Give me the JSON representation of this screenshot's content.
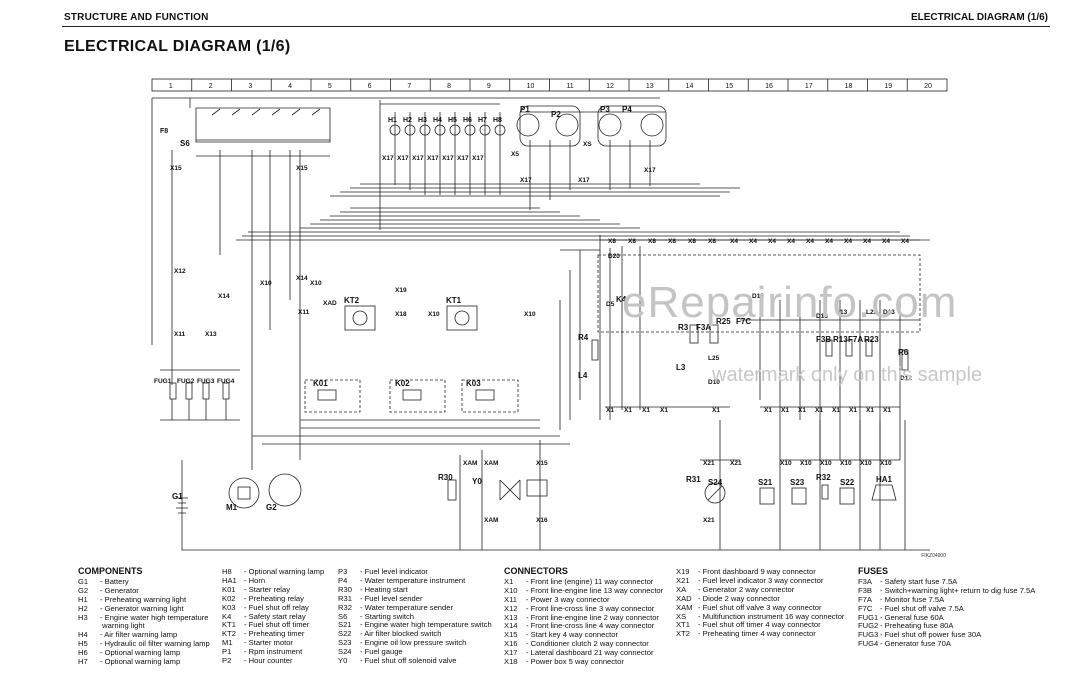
{
  "header": {
    "section": "STRUCTURE AND FUNCTION",
    "page_ref": "ELECTRICAL DIAGRAM (1/6)",
    "title": "ELECTRICAL DIAGRAM (1/6)"
  },
  "grid_numbers": [
    "1",
    "2",
    "3",
    "4",
    "5",
    "6",
    "7",
    "8",
    "9",
    "10",
    "11",
    "12",
    "13",
    "14",
    "15",
    "16",
    "17",
    "18",
    "19",
    "20"
  ],
  "labels": {
    "s6": "S6",
    "f8": "F8",
    "g1": "G1",
    "m1": "M1",
    "g2": "G2",
    "kt2": "KT2",
    "kt1": "KT1",
    "k01": "K01",
    "k02": "K02",
    "k03": "K03",
    "r30": "R30",
    "y0": "Y0",
    "xam": "XAM",
    "x15": "X15",
    "x16": "X16",
    "r31": "R31",
    "s24": "S24",
    "s21": "S21",
    "s23": "S23",
    "r32": "R32",
    "s22": "S22",
    "ha1": "HA1",
    "x21": "X21",
    "x10": "X10",
    "r4": "R4",
    "l4": "L4",
    "r6": "R6",
    "d12": "D12",
    "d20": "D20",
    "k4": "K4",
    "d5": "D5",
    "l3": "L3",
    "d10": "D10",
    "d19": "D19",
    "r3": "R3",
    "f3a": "F3A",
    "r25": "R25",
    "f7c": "F7C",
    "l25": "L25",
    "f3b": "F3B",
    "r13": "R13",
    "f7a": "F7A",
    "r23": "R23",
    "l13": "L13",
    "l23": "L23",
    "d13": "D13",
    "d16": "D16",
    "x1": "X1",
    "x4": "X4",
    "x8": "X8",
    "x17": "X17",
    "x5": "X5",
    "xs": "XS",
    "x11": "X11",
    "x12": "X12",
    "x13": "X13",
    "x14": "X14",
    "x18": "X18",
    "x19": "X19",
    "xad": "XAD",
    "fug1": "FUG1",
    "fug2": "FUG2",
    "fug3": "FUG3",
    "fug4": "FUG4",
    "h1": "H1",
    "h2": "H2",
    "h3": "H3",
    "h4": "H4",
    "h5": "H5",
    "h6": "H6",
    "h7": "H7",
    "h8": "H8",
    "p1": "P1",
    "p2": "P2",
    "p3": "P3",
    "p4": "P4",
    "fig_code": "FIKZ04900"
  },
  "watermark": {
    "main": "eRepairinfo.com",
    "sub": "watermark only on this sample"
  },
  "legend": {
    "components": {
      "heading": "COMPONENTS",
      "col1": [
        {
          "code": "G1",
          "desc": "- Battery"
        },
        {
          "code": "G2",
          "desc": "- Generator"
        },
        {
          "code": "H1",
          "desc": "- Preheating warning light"
        },
        {
          "code": "H2",
          "desc": "- Generator warning light"
        },
        {
          "code": "H3",
          "desc": "- Engine water high temperature"
        },
        {
          "code": "",
          "desc": "  warning light"
        },
        {
          "code": "H4",
          "desc": "- Air filter warning lamp"
        },
        {
          "code": "H5",
          "desc": "- Hydraulic oil filter warning lamp"
        },
        {
          "code": "H6",
          "desc": "- Optional warning lamp"
        },
        {
          "code": "H7",
          "desc": "- Optional warning lamp"
        }
      ],
      "col2": [
        {
          "code": "H8",
          "desc": "- Optional warning lamp"
        },
        {
          "code": "HA1",
          "desc": "- Horn"
        },
        {
          "code": "K01",
          "desc": "- Starter relay"
        },
        {
          "code": "K02",
          "desc": "- Preheating relay"
        },
        {
          "code": "K03",
          "desc": "- Fuel shut off relay"
        },
        {
          "code": "K4",
          "desc": "- Safety start relay"
        },
        {
          "code": "KT1",
          "desc": "- Fuel shut off timer"
        },
        {
          "code": "KT2",
          "desc": "- Preheating timer"
        },
        {
          "code": "M1",
          "desc": "- Starter motor"
        },
        {
          "code": "P1",
          "desc": "- Rpm instrument"
        },
        {
          "code": "P2",
          "desc": "- Hour counter"
        }
      ],
      "col3": [
        {
          "code": "P3",
          "desc": "- Fuel level indicator"
        },
        {
          "code": "P4",
          "desc": "- Water temperature instrument"
        },
        {
          "code": "R30",
          "desc": "- Heating start"
        },
        {
          "code": "R31",
          "desc": "- Fuel level sender"
        },
        {
          "code": "R32",
          "desc": "- Water temperature sender"
        },
        {
          "code": "S6",
          "desc": "- Starting switch"
        },
        {
          "code": "S21",
          "desc": "- Engine water high temperature switch"
        },
        {
          "code": "S22",
          "desc": "- Air filter blocked switch"
        },
        {
          "code": "S23",
          "desc": "- Engine oil low pressure switch"
        },
        {
          "code": "S24",
          "desc": "- Fuel gauge"
        },
        {
          "code": "Y0",
          "desc": "- Fuel shut off solenoid valve"
        }
      ]
    },
    "connectors": {
      "heading": "CONNECTORS",
      "col1": [
        {
          "code": "X1",
          "desc": "- Front line (engine) 11 way connector"
        },
        {
          "code": "X10",
          "desc": "- Front line-engine line 13 way connector"
        },
        {
          "code": "X11",
          "desc": "- Power 3 way connector"
        },
        {
          "code": "X12",
          "desc": "- Front line-cross line 3 way connector"
        },
        {
          "code": "X13",
          "desc": "- Front line-engine line 2 way connector"
        },
        {
          "code": "X14",
          "desc": "- Front line-cross line 4 way connector"
        },
        {
          "code": "X15",
          "desc": "- Start key 4 way connector"
        },
        {
          "code": "X16",
          "desc": "- Conditioner clutch 2 way connector"
        },
        {
          "code": "X17",
          "desc": "- Lateral dashboard 21 way connector"
        },
        {
          "code": "X18",
          "desc": "- Power box 5 way connector"
        }
      ],
      "col2": [
        {
          "code": "X19",
          "desc": "- Front dashboard 9 way connector"
        },
        {
          "code": "X21",
          "desc": "- Fuel level indicator 3 way connector"
        },
        {
          "code": "XA",
          "desc": "- Generator 2 way connector"
        },
        {
          "code": "XAD",
          "desc": "- Diode 2 way connector"
        },
        {
          "code": "XAM",
          "desc": "- Fuel shut off valve 3 way connector"
        },
        {
          "code": "XS",
          "desc": "- Multifunction instrument 16 way connector"
        },
        {
          "code": "XT1",
          "desc": "- Fuel shut off timer 4 way connector"
        },
        {
          "code": "XT2",
          "desc": "- Preheating timer 4 way connector"
        }
      ]
    },
    "fuses": {
      "heading": "FUSES",
      "col1": [
        {
          "code": "F3A",
          "desc": "- Safety start fuse 7.5A"
        },
        {
          "code": "F3B",
          "desc": "- Switch+warning light+ return to dig fuse 7.5A"
        },
        {
          "code": "F7A",
          "desc": "- Monitor fuse 7.5A"
        },
        {
          "code": "F7C",
          "desc": "- Fuel shut off valve 7.5A"
        },
        {
          "code": "FUG1",
          "desc": "- General fuse 60A"
        },
        {
          "code": "FUG2",
          "desc": "- Preheating fuse 80A"
        },
        {
          "code": "FUG3",
          "desc": "- Fuel shut off power fuse 30A"
        },
        {
          "code": "FUG4",
          "desc": "- Generator fuse 70A"
        }
      ]
    }
  }
}
